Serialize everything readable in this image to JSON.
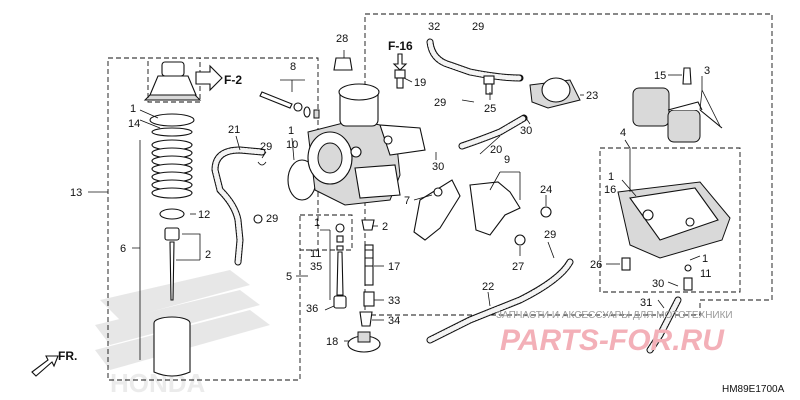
{
  "labels": {
    "l1a": "1",
    "l14": "14",
    "l13": "13",
    "l6": "6",
    "l12": "12",
    "l2a": "2",
    "l21": "21",
    "l29a": "29",
    "l29b": "29",
    "l1b": "1",
    "l10": "10",
    "l8": "8",
    "l28": "28",
    "l32": "32",
    "l29c": "29",
    "l19": "19",
    "l29d": "29",
    "l25": "25",
    "l23": "23",
    "l30a": "30",
    "l30b": "30",
    "l20": "20",
    "l9": "9",
    "l7": "7",
    "l24": "24",
    "l27": "27",
    "l29e": "29",
    "l2b": "2",
    "l1c": "1",
    "l11a": "11",
    "l35": "35",
    "l5": "5",
    "l17": "17",
    "l33": "33",
    "l36": "36",
    "l34": "34",
    "l18": "18",
    "l22": "22",
    "l15": "15",
    "l3": "3",
    "l4": "4",
    "l1d": "1",
    "l16": "16",
    "l26": "26",
    "l1e": "1",
    "l11b": "11",
    "l30c": "30",
    "l31": "31"
  },
  "refs": {
    "f2": "F-2",
    "f16": "F-16"
  },
  "direction": "FR.",
  "diagram_code": "HM89E1700A",
  "watermark": {
    "tagline": "ЗАПЧАСТИ И АКСЕССУАРЫ ДЛЯ МОТОТЕХНИКИ",
    "logo": "PARTS-FOR.RU"
  }
}
